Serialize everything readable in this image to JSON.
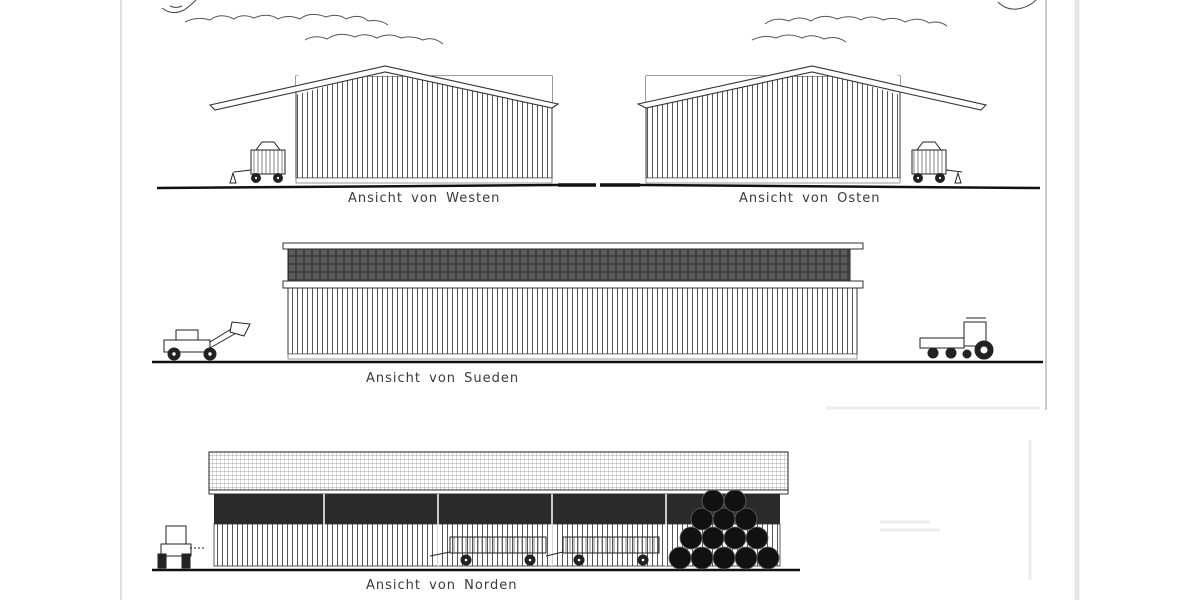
{
  "drawing": {
    "views": [
      {
        "id": "west",
        "label": "Ansicht von Westen"
      },
      {
        "id": "east",
        "label": "Ansicht von Osten"
      },
      {
        "id": "south",
        "label": "Ansicht von Sueden"
      },
      {
        "id": "north",
        "label": "Ansicht von Norden"
      }
    ]
  },
  "colors": {
    "line": "#333333",
    "fill": "#ffffff",
    "dark": "#1a1a1a",
    "panel": "#555555",
    "frame": "#cccccc"
  }
}
